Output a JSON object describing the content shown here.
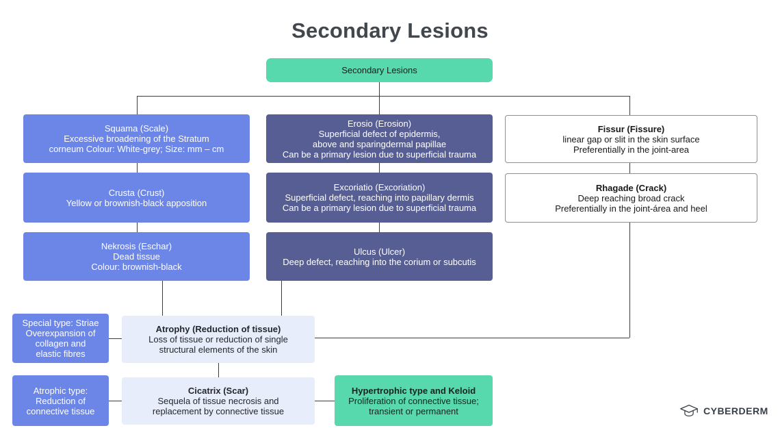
{
  "title": "Secondary Lesions",
  "root": {
    "label": "Secondary Lesions"
  },
  "columns": {
    "left": {
      "squama": {
        "title": "Squama (Scale)",
        "body": "Excessive broadening of the Stratum\ncorneum Colour: White-grey; Size: mm – cm"
      },
      "crusta": {
        "title": "Crusta (Crust)",
        "body": "Yellow or brownish-black  apposition"
      },
      "nekrosis": {
        "title": "Nekrosis (Eschar)",
        "body": "Dead tissue\nColour: brownish-black"
      }
    },
    "middle": {
      "erosio": {
        "title": "Erosio (Erosion)",
        "body": "Superficial defect of epidermis,\nabove and sparingdermal papillae\nCan be a primary lesion due to superficial trauma"
      },
      "excoriatio": {
        "title": "Excoriatio (Excoriation)",
        "body": "Superficial defect, reaching into papillary dermis\nCan be a primary lesion due to superficial trauma"
      },
      "ulcus": {
        "title": "Ulcus (Ulcer)",
        "body": "Deep defect, reaching into the corium or subcutis"
      }
    },
    "right": {
      "fissur": {
        "title": "Fissur (Fissure)",
        "body": "linear gap or slit in the skin surface\nPreferentially in the joint-area"
      },
      "rhagade": {
        "title": "Rhagade (Crack)",
        "body": "Deep reaching broad crack\nPreferentially in the joint-área and heel"
      }
    }
  },
  "bottom": {
    "striae": {
      "title": "Special type: Striae",
      "body": "Overexpansion of\ncollagen and\nelastic fibres"
    },
    "atrophy": {
      "title": "Atrophy (Reduction of tissue)",
      "body": "Loss of tissue or reduction of single\nstructural elements of the skin"
    },
    "atrophic": {
      "title": "Atrophic type:",
      "body": "Reduction of\nconnective tissue"
    },
    "cicatrix": {
      "title": "Cicatrix (Scar)",
      "body": "Sequela of tissue necrosis and\nreplacement by connective tissue"
    },
    "hypertrophic": {
      "title": "Hypertrophic type and  Keloid",
      "body": "Proliferation of connective tissue;\ntransient or permanent"
    }
  },
  "logo": {
    "text": "CYBERDERM",
    "icon": "graduation-cap-icon"
  },
  "colors": {
    "teal": "#57d8ad",
    "blue": "#6c86e8",
    "slate": "#565e94",
    "lavender": "#e8edfc",
    "line": "#3c3c3c",
    "title_text": "#41474d"
  }
}
